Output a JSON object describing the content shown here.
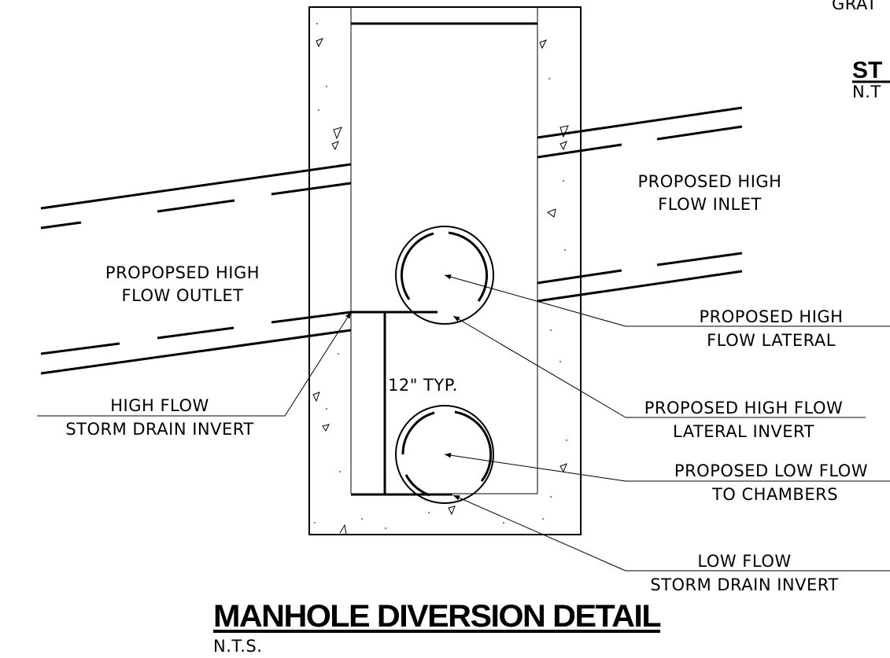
{
  "title": "MANHOLE DIVERSION DETAIL",
  "title_scale": "N.T.S.",
  "corner_top": "GRAT",
  "corner_title": "ST",
  "corner_scale": "N.T",
  "labels": {
    "inlet_line1": "PROPOSED HIGH",
    "inlet_line2": "FLOW INLET",
    "outlet_line1": "PROPOPSED HIGH",
    "outlet_line2": "FLOW OUTLET",
    "lateral_line1": "PROPOSED HIGH",
    "lateral_line2": "FLOW LATERAL",
    "lateral_invert_line1": "PROPOSED HIGH FLOW",
    "lateral_invert_line2": "LATERAL INVERT",
    "low_chambers_line1": "PROPOSED LOW FLOW",
    "low_chambers_line2": "TO CHAMBERS",
    "low_invert_line1": "LOW FLOW",
    "low_invert_line2": "STORM DRAIN INVERT",
    "high_invert_line1": "HIGH FLOW",
    "high_invert_line2": "STORM DRAIN INVERT",
    "dimension": "12\" TYP."
  }
}
